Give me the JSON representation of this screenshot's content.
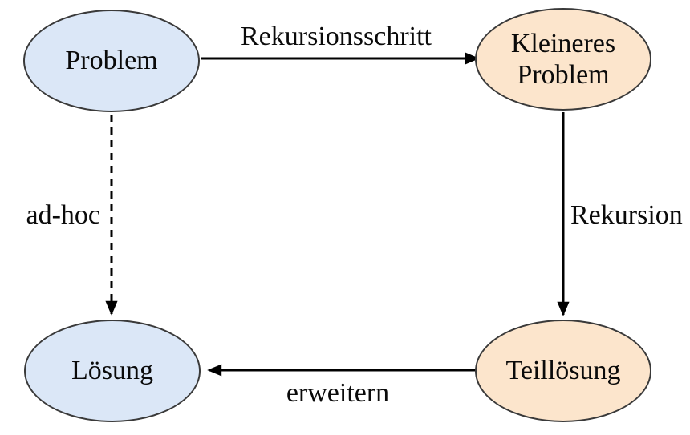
{
  "diagram": {
    "title": "recursion-scheme-flow",
    "nodes": {
      "problem": {
        "label": "Problem"
      },
      "kleineres_problem": {
        "label": "Kleineres Problem",
        "line1": "Kleineres",
        "line2": "Problem"
      },
      "loesung": {
        "label": "Lösung"
      },
      "teilloesung": {
        "label": "Teillösung"
      }
    },
    "edges": {
      "rekursionsschritt": {
        "label": "Rekursionsschritt",
        "from": "Problem",
        "to": "Kleineres Problem",
        "style": "solid"
      },
      "rekursion": {
        "label": "Rekursion",
        "from": "Kleineres Problem",
        "to": "Teillösung",
        "style": "solid"
      },
      "erweitern": {
        "label": "erweitern",
        "from": "Teillösung",
        "to": "Lösung",
        "style": "solid"
      },
      "ad_hoc": {
        "label": "ad-hoc",
        "from": "Problem",
        "to": "Lösung",
        "style": "dashed"
      }
    },
    "colors": {
      "node_blue": "#dbe7f7",
      "node_peach": "#fce5cc",
      "node_border": "#3a3a3a",
      "arrow": "#000000",
      "text": "#0a0a0a",
      "background": "#ffffff"
    }
  }
}
